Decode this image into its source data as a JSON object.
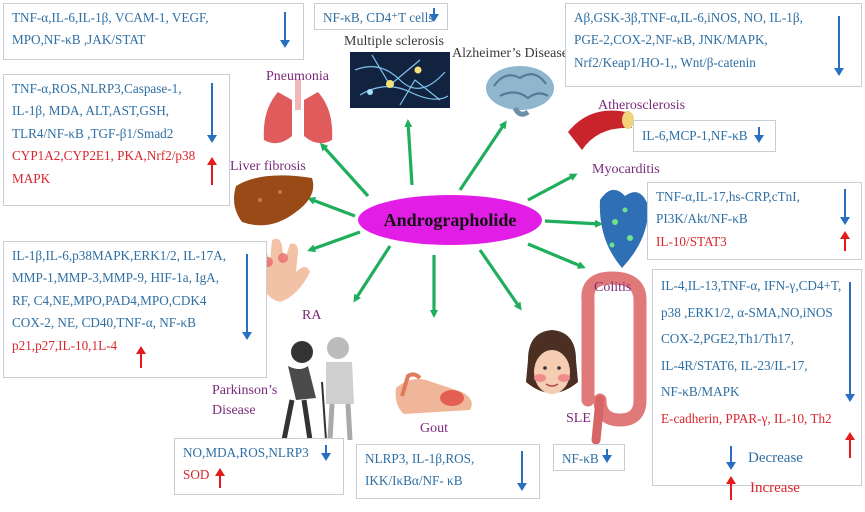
{
  "center": "Andrographolide",
  "diseases": {
    "multiple_sclerosis": "Multiple sclerosis",
    "alzheimers": "Alzheimer’s Disease",
    "pneumonia": "Pneumonia",
    "atherosclerosis": "Atherosclerosis",
    "myocarditis": "Myocarditis",
    "liver_fibrosis": "Liver fibrosis",
    "ra": "RA",
    "colitis": "Colitis",
    "parkinsons": [
      "Parkinson’s",
      "Disease"
    ],
    "gout": "Gout",
    "sle": "SLE"
  },
  "boxes": {
    "multiple_sclerosis": {
      "decrease": [
        "NF-κB,   CD4⁺T cells"
      ]
    },
    "top_left": {
      "decrease": [
        "TNF-α,IL-6,IL-1β, VCAM-1, VEGF,",
        "MPO,NF-κB ,JAK/STAT"
      ]
    },
    "alzheimers": {
      "decrease": [
        "Aβ,GSK-3β,TNF-α,IL-6,iNOS, NO, IL-1β,",
        "PGE-2,COX-2,NF-κB, JNK/MAPK,",
        "Nrf2/Keap1/HO-1,, Wnt/β-catenin"
      ]
    },
    "pneumonia_liver": {
      "decrease": [
        "TNF-α,ROS,NLRP3,Caspase-1,",
        "IL-1β, MDA, ALT,AST,GSH,",
        "TLR4/NF-κB ,TGF-β1/Smad2"
      ],
      "increase": [
        "CYP1A2,CYP2E1, PKA,Nrf2/p38",
        "MAPK"
      ]
    },
    "atherosclerosis": {
      "decrease": [
        "IL-6,MCP-1,NF-κB"
      ]
    },
    "myocarditis": {
      "decrease": [
        "TNF-α,IL-17,hs-CRP,cTnI,",
        "PI3K/Akt/NF-κB"
      ],
      "increase": [
        "IL-10/STAT3"
      ]
    },
    "ra": {
      "decrease": [
        "IL-1β,IL-6,p38MAPK,ERK1/2, IL-17A,",
        "MMP-1,MMP-3,MMP-9, HIF-1a, IgA,",
        "RF, C4,NE,MPO,PAD4,MPO,CDK4",
        "COX-2, NE, CD40,TNF-α, NF-κB"
      ],
      "increase": [
        "p21,p27,IL-10,1L-4"
      ]
    },
    "colitis": {
      "decrease": [
        "IL-4,IL-13,TNF-α, IFN-γ,CD4+T,",
        "p38 ,ERK1/2, α-SMA,NO,iNOS",
        "COX-2,PGE2,Th1/Th17,",
        "IL-4R/STAT6, IL-23/IL-17,",
        "NF-κB/MAPK"
      ],
      "increase": [
        "E-cadherin, PPAR-γ, IL-10, Th2"
      ]
    },
    "parkinsons": {
      "decrease": [
        "NO,MDA,ROS,NLRP3"
      ],
      "increase": [
        "SOD"
      ]
    },
    "gout": {
      "decrease": [
        "NLRP3, IL-1β,ROS,",
        "IKK/IκBα/NF- κB"
      ]
    },
    "sle": {
      "decrease": [
        "NF-κB"
      ]
    }
  },
  "legend": {
    "decrease": "Decrease",
    "increase": "Increase"
  },
  "colors": {
    "decrease": "#2a6fc0",
    "increase": "#e51b1b",
    "center": "#e21de6",
    "connector": "#1fae5b",
    "text_blue": "#2f6fa3",
    "text_red": "#d8262d",
    "label": "#7a2a7a"
  }
}
